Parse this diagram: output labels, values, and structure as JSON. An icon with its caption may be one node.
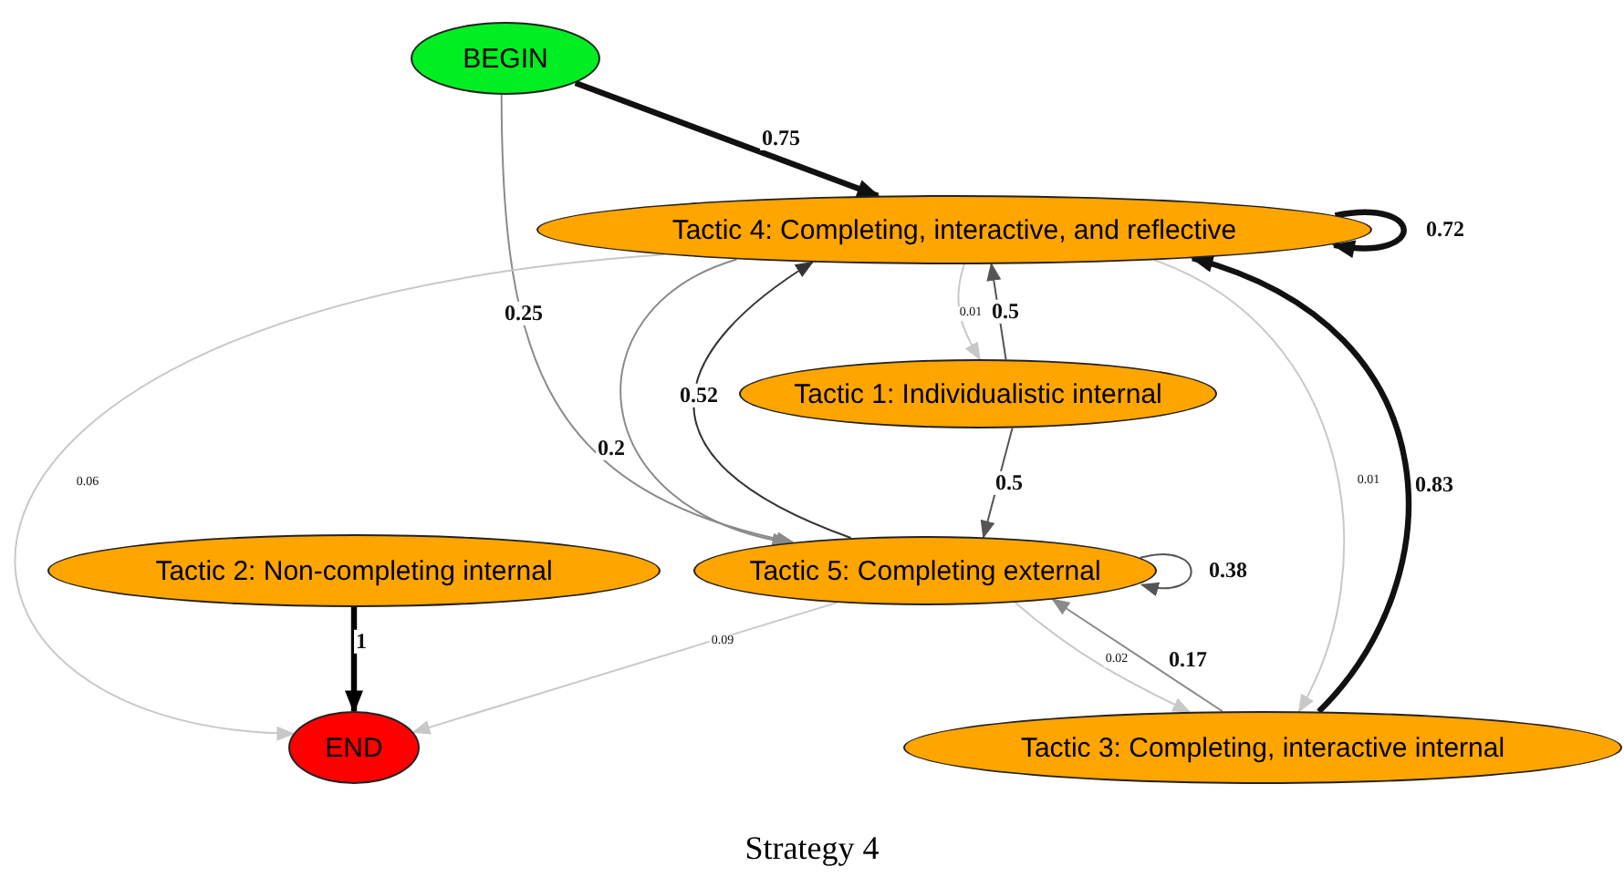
{
  "diagram": {
    "caption": "Strategy 4",
    "nodes": [
      {
        "text": [
          "BEGIN"
        ]
      },
      {
        "text": [
          "Tactic 4: Completing, interactive, and reflective"
        ]
      },
      {
        "text": [
          "Tactic 1: Individualistic internal"
        ]
      },
      {
        "text": [
          "Tactic 2: Non-completing internal"
        ]
      },
      {
        "text": [
          "Tactic 5: Completing external"
        ]
      },
      {
        "text": [
          "END"
        ]
      },
      {
        "text": [
          "Tactic 3: Completing, interactive internal"
        ]
      }
    ],
    "edges": [
      {
        "from": 0,
        "to": 1,
        "arrow": "to",
        "label": "0.75",
        "style": "thick",
        "color": "#111111"
      },
      {
        "from": 0,
        "to": 4,
        "arrow": "to",
        "label": "0.25",
        "color": "#8a8a8a"
      },
      {
        "from": 1,
        "to": 1,
        "arrow": "to",
        "label": "0.72",
        "style": "thick",
        "color": "#111111"
      },
      {
        "from": 1,
        "to": 5,
        "arrow": "to",
        "label": "0.06",
        "color": "#c8c8c8"
      },
      {
        "from": 1,
        "to": 4,
        "arrow": "to",
        "label": "0.2",
        "color": "#8a8a8a"
      },
      {
        "from": 4,
        "to": 1,
        "arrow": "to",
        "label": "0.52",
        "color": "#333333"
      },
      {
        "from": 1,
        "to": 2,
        "arrow": "to",
        "label": "0.01",
        "color": "#c8c8c8"
      },
      {
        "from": 2,
        "to": 1,
        "arrow": "to",
        "label": "0.5",
        "color": "#555555"
      },
      {
        "from": 2,
        "to": 4,
        "arrow": "to",
        "label": "0.5",
        "color": "#555555"
      },
      {
        "from": 1,
        "to": 6,
        "arrow": "to",
        "label": "0.01",
        "color": "#c8c8c8"
      },
      {
        "from": 6,
        "to": 1,
        "arrow": "to",
        "label": "0.83",
        "style": "thick",
        "color": "#111111"
      },
      {
        "from": 3,
        "to": 5,
        "arrow": "to",
        "label": "1",
        "style": "thick",
        "color": "#000000"
      },
      {
        "from": 4,
        "to": 4,
        "arrow": "to",
        "label": "0.38",
        "color": "#555555"
      },
      {
        "from": 4,
        "to": 5,
        "arrow": "to",
        "label": "0.09",
        "color": "#c8c8c8"
      },
      {
        "from": 4,
        "to": 6,
        "arrow": "to",
        "label": "0.02",
        "color": "#c8c8c8"
      },
      {
        "from": 6,
        "to": 4,
        "arrow": "to",
        "label": "0.17",
        "color": "#8a8a8a"
      }
    ]
  }
}
